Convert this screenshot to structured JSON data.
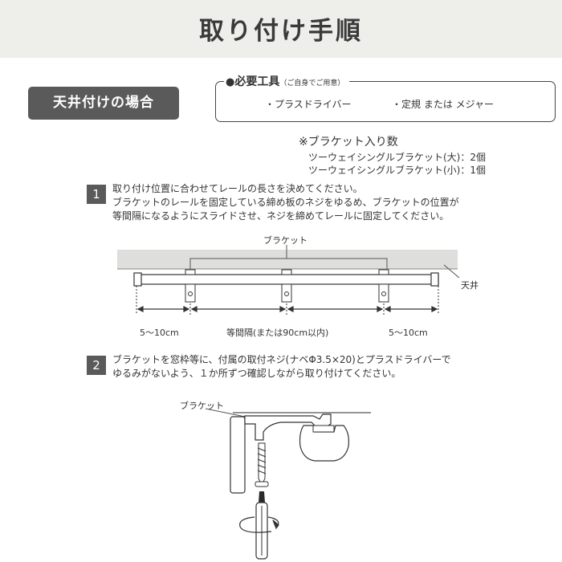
{
  "header": {
    "title": "取り付け手順"
  },
  "case_label": "天井付けの場合",
  "tools": {
    "dot": "●",
    "title": "必要工具",
    "note": "（ご自身でご用意）",
    "items": [
      "・プラスドライバー",
      "・定規 または メジャー"
    ]
  },
  "brackets": {
    "title": "※ブラケット入り数",
    "lines": [
      "ツーウェイシングルブラケット(大)：2個",
      "ツーウェイシングルブラケット(小)：1個"
    ]
  },
  "steps": [
    {
      "num": "1",
      "lines": [
        "取り付け位置に合わせてレールの長さを決めてください。",
        "ブラケットのレールを固定している締め板のネジをゆるめ、ブラケットの位置が",
        "等間隔になるようにスライドさせ、ネジを締めてレールに固定してください。"
      ]
    },
    {
      "num": "2",
      "lines": [
        "ブラケットを窓枠等に、付属の取付ネジ(ナベΦ3.5×20)とプラスドライバーで",
        "ゆるみがないよう、１か所ずつ確認しながら取り付けてください。"
      ]
    }
  ],
  "diagram1": {
    "bracket_label": "ブラケット",
    "ceiling_label": "天井",
    "dim_left": "5～10cm",
    "dim_middle": "等間隔(または90cm以内)",
    "dim_right": "5～10cm"
  },
  "diagram2": {
    "bracket_label": "ブラケット"
  }
}
